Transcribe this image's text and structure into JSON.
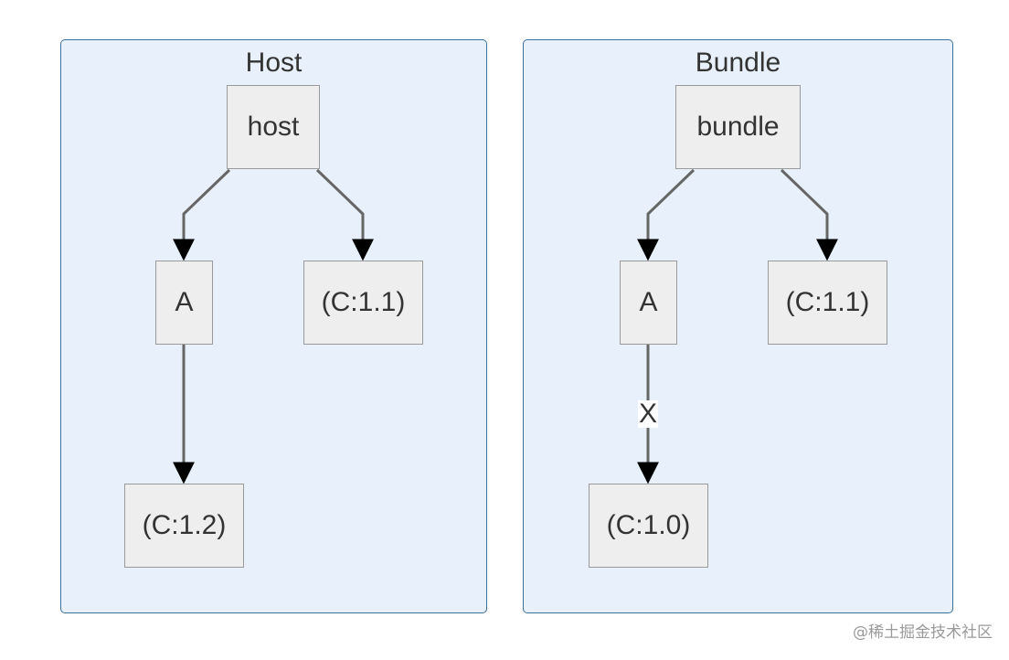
{
  "groups": [
    {
      "title": "Host",
      "nodes": {
        "root": "host",
        "a": "A",
        "c_right": "(C:1.1)",
        "c_bottom": "(C:1.2)"
      },
      "edge_label": ""
    },
    {
      "title": "Bundle",
      "nodes": {
        "root": "bundle",
        "a": "A",
        "c_right": "(C:1.1)",
        "c_bottom": "(C:1.0)"
      },
      "edge_label": "X"
    }
  ],
  "colors": {
    "group_fill": "#e8f1fb",
    "group_border": "#3d6f9c",
    "node_fill": "#eeeeee",
    "node_border": "#9a9a9a",
    "edge": "#666666",
    "arrow": "#000000"
  },
  "watermark": "@稀土掘金技术社区"
}
